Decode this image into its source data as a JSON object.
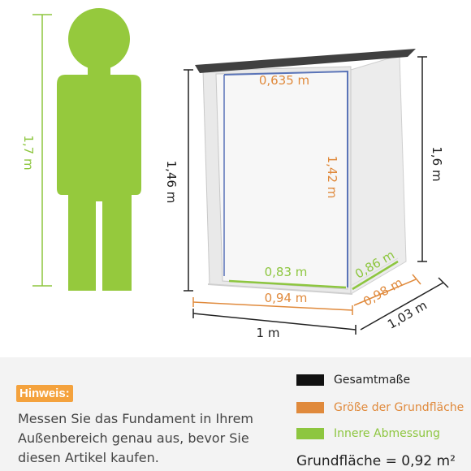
{
  "person": {
    "height_label": "1,7 m"
  },
  "shed": {
    "inner_width_label": "0,635 m",
    "overall_height_front_label": "1,46 m",
    "inner_height_label": "1,42 m",
    "overall_height_back_label": "1,6 m",
    "inner_floor_width_label": "0,83 m",
    "inner_floor_depth_label": "0,86 m",
    "base_width_label": "0,94 m",
    "base_depth_label": "0,98 m",
    "overall_depth_label": "1,03 m",
    "overall_width_label": "1 m"
  },
  "note": {
    "tag": "Hinweis:",
    "text": "Messen Sie das Fundament in Ihrem Außenbereich genau aus, bevor Sie diesen Artikel kaufen."
  },
  "legend": [
    {
      "label": "Gesamtmaße",
      "color": "#111111"
    },
    {
      "label": "Größe der Grundfläche",
      "color": "#e08a3c"
    },
    {
      "label": "Innere Abmessung",
      "color": "#8dc63f"
    }
  ],
  "area_label": "Grundfläche  = 0,92 m²",
  "colors": {
    "person": "#95c93d",
    "overall": "#222222",
    "base": "#e08a3c",
    "inner": "#8dc63f",
    "frame": "#5a74b8"
  }
}
